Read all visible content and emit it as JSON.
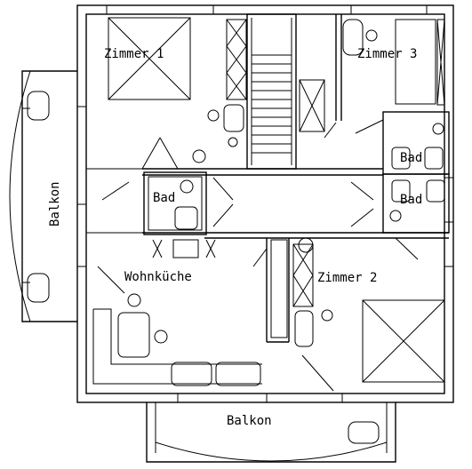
{
  "rooms": {
    "zimmer1": "Zimmer 1",
    "zimmer2": "Zimmer 2",
    "zimmer3": "Zimmer 3",
    "wohnkueche": "Wohnküche",
    "bad_left": "Bad",
    "bad_right_top": "Bad",
    "bad_right_bottom": "Bad"
  },
  "balconies": {
    "left": "Balkon",
    "bottom": "Balkon"
  }
}
